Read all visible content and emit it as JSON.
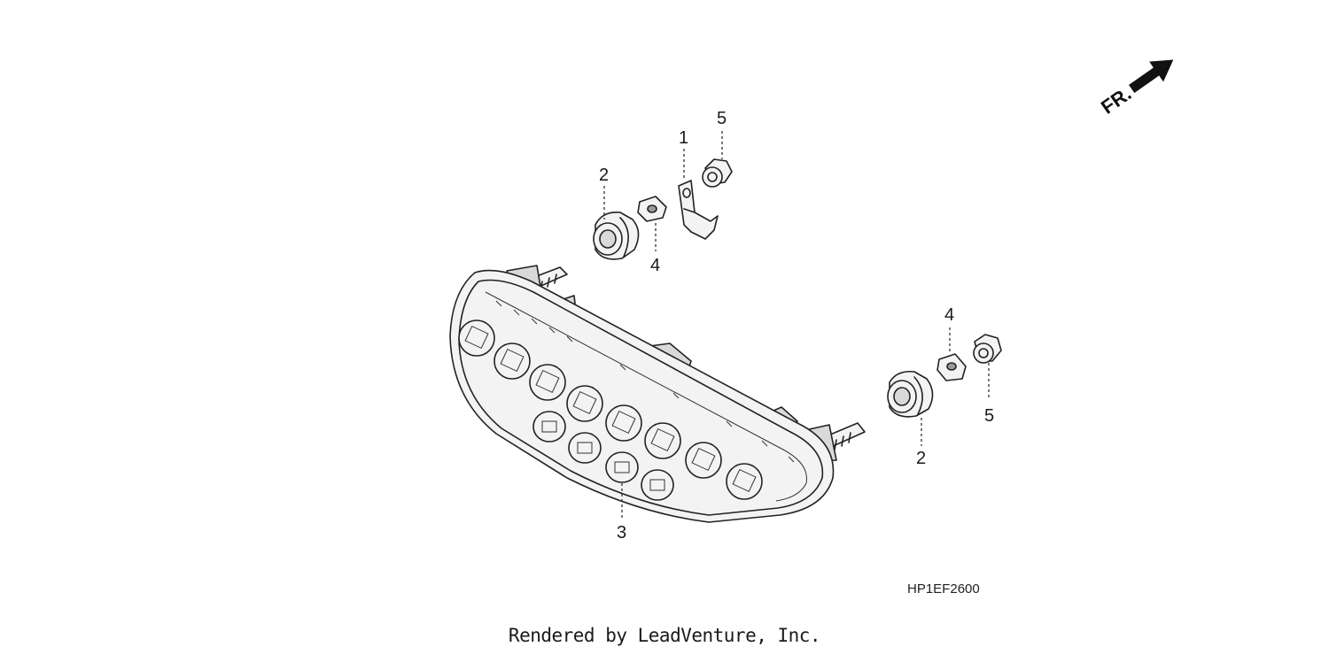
{
  "diagram": {
    "callouts": {
      "part1": "1",
      "part2_left": "2",
      "part2_right": "2",
      "part3": "3",
      "part4_left": "4",
      "part4_right": "4",
      "part5_left": "5",
      "part5_right": "5"
    },
    "direction_label": "FR.",
    "diagram_code": "HP1EF2600"
  },
  "footer": {
    "credit": "Rendered by LeadVenture, Inc."
  }
}
